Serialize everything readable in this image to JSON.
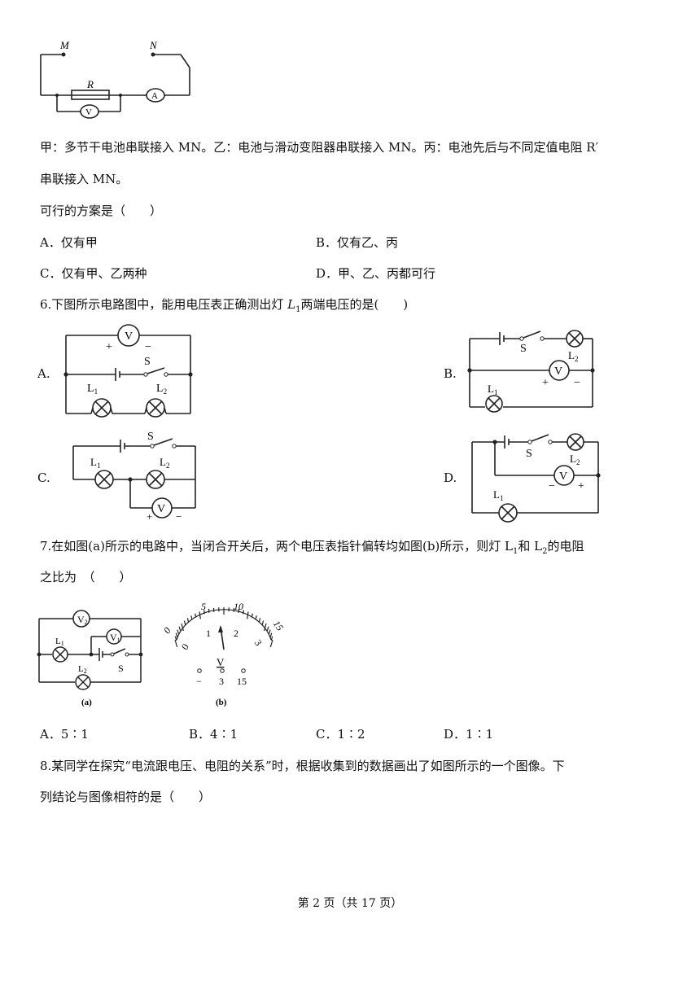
{
  "fig_mn": {
    "M": "M",
    "N": "N",
    "R": "R",
    "A": "A",
    "V": "V"
  },
  "p5": {
    "line1": "甲：多节干电池串联接入 MN。乙：电池与滑动变阻器串联接入 MN。丙：电池先后与不同定值电阻 R′",
    "line2": "串联接入 MN。",
    "prompt": "可行的方案是（　　）",
    "optA": "A．仅有甲",
    "optB": "B．仅有乙、丙",
    "optC": "C．仅有甲、乙两种",
    "optD": "D．甲、乙、丙都可行"
  },
  "q6": {
    "stem_pre": "6.下图所示电路图中，能用电压表正确测出灯 ",
    "lamp": "L",
    "lamp_sub": "1",
    "stem_post": "两端电压的是(　　)",
    "labelA": "A.",
    "labelB": "B.",
    "labelC": "C.",
    "labelD": "D."
  },
  "circuit_labels": {
    "V": "V",
    "S": "S",
    "L1": "L",
    "L2": "L",
    "sub1": "1",
    "sub2": "2",
    "plus": "+",
    "minus": "−"
  },
  "q7": {
    "line1_pre": "7.在如图(a)所示的电路中，当闭合开关后，两个电压表指针偏转均如图(b)所示，则灯 L",
    "line1_sub1": "1",
    "line1_mid": "和 L",
    "line1_sub2": "2",
    "line1_post": "的电阻",
    "line2": "之比为　（　　）",
    "fig_a_caption": "(a)",
    "fig_b_caption": "(b)",
    "meter_upper": [
      "0",
      "5",
      "10",
      "15"
    ],
    "meter_lower": [
      "0",
      "1",
      "2",
      "3"
    ],
    "meter_unit": "V",
    "terminals": [
      "−",
      "3",
      "15"
    ],
    "optA": "A．5∶1",
    "optB": "B．4∶1",
    "optC": "C．1∶2",
    "optD": "D．1∶1"
  },
  "q8": {
    "line1": "8.某同学在探究“电流跟电压、电阻的关系”时，根据收集到的数据画出了如图所示的一个图像。下",
    "line2": "列结论与图像相符的是（　　）"
  },
  "footer": "第 2 页（共 17 页）"
}
